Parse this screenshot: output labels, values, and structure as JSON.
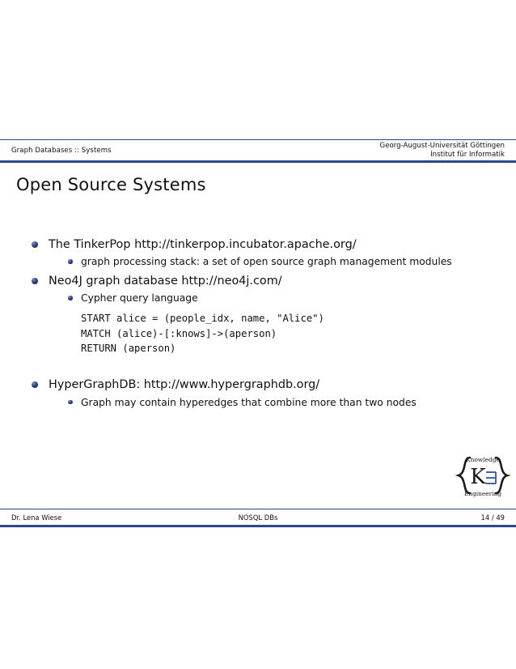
{
  "header": {
    "left": "Graph Databases :: Systems",
    "right_line1": "Georg-August-Universität Göttingen",
    "right_line2": "Institut für Informatik"
  },
  "title": "Open Source Systems",
  "content": {
    "items": [
      {
        "text": "The TinkerPop http://tinkerpop.incubator.apache.org/",
        "sub": [
          "graph processing stack: a set of open source graph management modules"
        ]
      },
      {
        "text": "Neo4J graph database http://neo4j.com/",
        "sub": [
          "Cypher query language"
        ],
        "code": "START alice = (people_idx, name, \"Alice\")\nMATCH (alice)-[:knows]->(aperson)\nRETURN (aperson)"
      },
      {
        "text": "HyperGraphDB: http://www.hypergraphdb.org/",
        "sub": [
          "Graph may contain hyperedges that combine more than two nodes"
        ]
      }
    ]
  },
  "logo": {
    "top_word": "Knowledge",
    "letter": "K",
    "bottom_word": "Engineering",
    "accent_color": "#3b5ea8"
  },
  "footer": {
    "author": "Dr. Lena Wiese",
    "subject": "NOSQL DBs",
    "page": "14 / 49"
  },
  "colors": {
    "rule": "#2a4a8c",
    "text": "#111111",
    "background": "#ffffff"
  }
}
